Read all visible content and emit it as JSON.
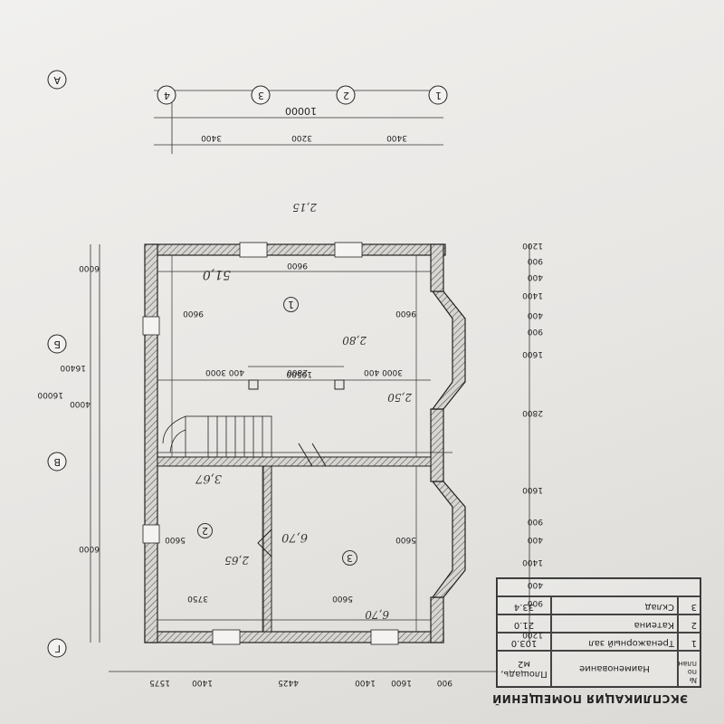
{
  "explication": {
    "title": "ЭКСПЛИКАЦИЯ ПОМЕЩЕНИЙ",
    "headers": {
      "num": "№ по плану",
      "name": "Наименование",
      "area": "Площадь, м2"
    },
    "rows": [
      {
        "num": "1",
        "name": "Тренажорный зал",
        "area": "103.0"
      },
      {
        "num": "2",
        "name": "Катеина",
        "area": "21.0"
      },
      {
        "num": "3",
        "name": "Склад",
        "area": "33.4"
      }
    ]
  },
  "axes": {
    "numeric": [
      "1",
      "2",
      "3",
      "4"
    ],
    "letters": [
      "А",
      "Б",
      "В",
      "Г"
    ]
  },
  "dimensions": {
    "top_total": "10000",
    "top_segments": [
      "3400",
      "3200",
      "3400"
    ],
    "right_segments": [
      "1200",
      "900",
      "400",
      "1400",
      "400",
      "900",
      "1600",
      "2800",
      "1600",
      "900",
      "400",
      "1400",
      "400",
      "900",
      "1200"
    ],
    "left_outer": [
      "6000",
      "4000",
      "6000"
    ],
    "left_total_a": "16000",
    "left_total_b": "16400",
    "bottom_segments": [
      "1575",
      "1400",
      "4425",
      "1400",
      "1600",
      "900"
    ],
    "inner": {
      "d9600_top": "9600",
      "d10500": "10500",
      "d9600_left": "9600",
      "d9600_right": "9600",
      "d400_3000": "400 3000",
      "d2800": "2800",
      "d3000_400": "3000 400",
      "d5600_left": "5600",
      "d5600_right": "5600",
      "d3750": "3750",
      "d5600_bottom": "5600"
    }
  },
  "rooms": {
    "r1": "1",
    "r2": "2",
    "r3": "3"
  },
  "handwritten": {
    "h1": "51,0",
    "h2": "3,67",
    "h3": "6,70",
    "h4": "2,80",
    "h5": "2,50",
    "h6": "2,65",
    "h7": "6,70",
    "h8": "2,15"
  }
}
